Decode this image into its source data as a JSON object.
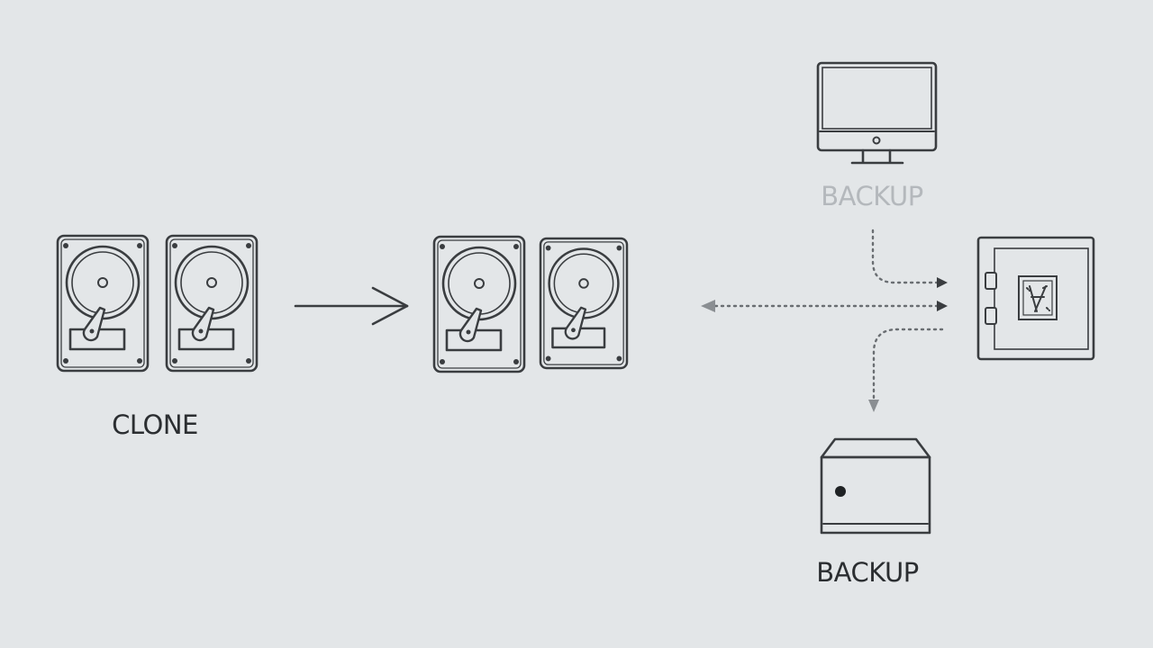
{
  "labels": {
    "clone": "CLONE",
    "backup_top": "BACKUP",
    "backup_bottom": "BACKUP"
  },
  "colors": {
    "background": "#e3e6e8",
    "stroke": "#3a3d40",
    "faded_text": "#b4b8bc",
    "dotted_line": "#6a6e72"
  },
  "icons": {
    "source_drives": [
      "hard-drive-icon",
      "hard-drive-icon"
    ],
    "target_drives": [
      "hard-drive-icon",
      "hard-drive-icon"
    ],
    "computer": "monitor-icon",
    "vault": "safe-icon",
    "backup_device": "external-drive-icon",
    "clone_arrow": "arrow-right-icon"
  }
}
